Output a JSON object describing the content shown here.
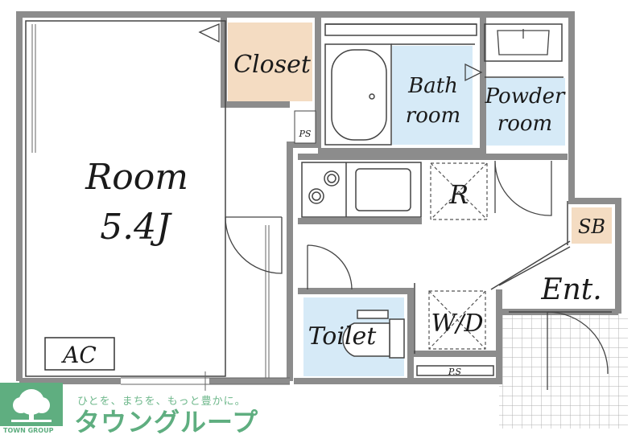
{
  "rooms": {
    "room_name": "Room",
    "room_size": "5.4J",
    "closet": "Closet",
    "bath_line1": "Bath",
    "bath_line2": "room",
    "powder_line1": "Powder",
    "powder_line2": "room",
    "refrigerator": "R",
    "washer_dryer": "W/D",
    "toilet": "Toilet",
    "entrance": "Ent.",
    "shoe_box": "SB",
    "air_conditioner": "AC",
    "pipe_space_1": "PS",
    "pipe_space_2": "P.S"
  },
  "colors": {
    "wall": "#8c8c8c",
    "closet_fill": "#f4dcc2",
    "wet_area_fill": "#d6eaf7",
    "logo_green": "#5fae80"
  },
  "branding": {
    "tagline": "ひとを、まちを、もっと豊かに。",
    "company_name": "タウングループ",
    "company_name_en": "TOWN GROUP"
  }
}
